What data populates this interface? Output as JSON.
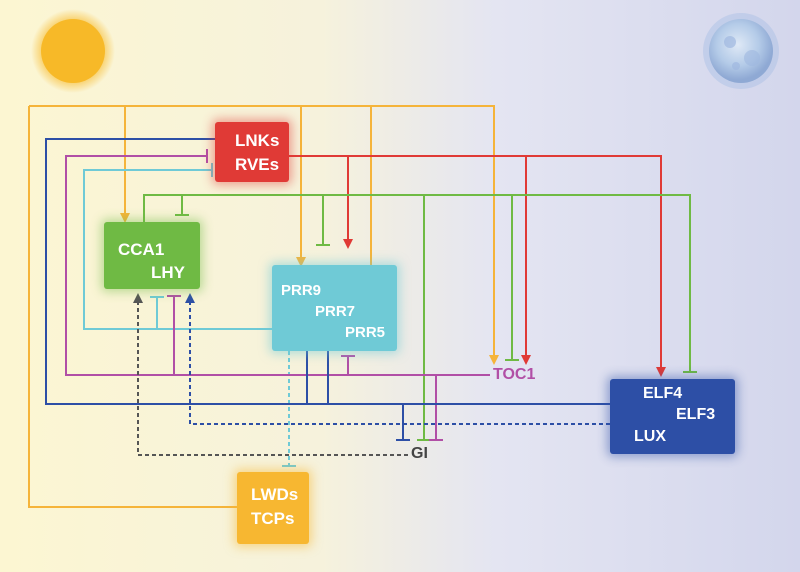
{
  "nodes": {
    "lnks_rves": {
      "line1": "LNKs",
      "line2": "RVEs"
    },
    "cca1_lhy": {
      "line1": "CCA1",
      "line2": "LHY"
    },
    "prr_group": {
      "line1": "PRR9",
      "line2": "PRR7",
      "line3": "PRR5"
    },
    "evening_complex": {
      "line1": "ELF4",
      "line2": "ELF3",
      "line3": "LUX"
    },
    "lwds_tcps": {
      "line1": "LWDs",
      "line2": "TCPs"
    },
    "toc1": "TOC1",
    "gi": "GI"
  },
  "colors": {
    "light_input": "#f5b43a",
    "lnks_rves": "#e03a36",
    "cca1_lhy": "#6fba44",
    "prrs": "#6fcad6",
    "evening_complex": "#2d4fa6",
    "toc1": "#b14fa6",
    "gi": "#555555",
    "sun": "#f7b928",
    "moon": "#b8d0ec"
  },
  "icons": {
    "day": "sun-icon",
    "night": "moon-icon"
  }
}
